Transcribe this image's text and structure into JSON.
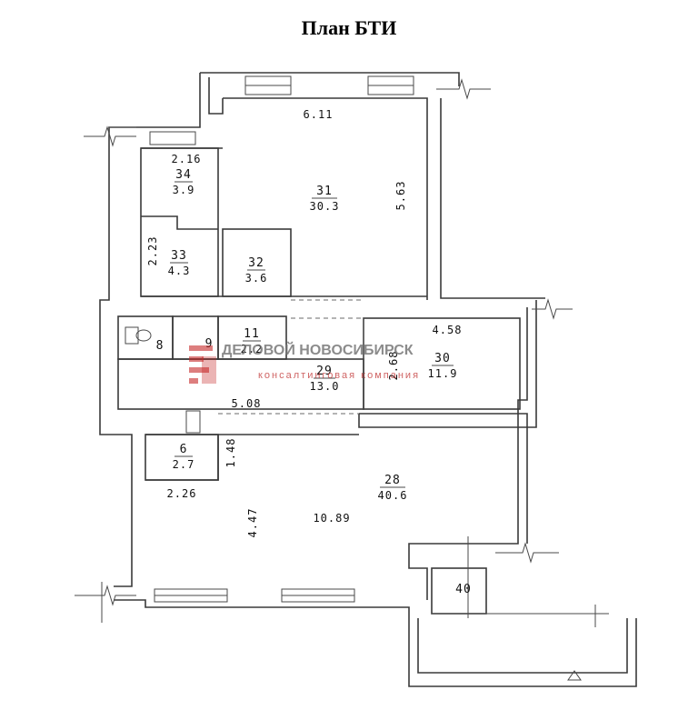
{
  "title": "План БТИ",
  "rooms": [
    {
      "id": "34",
      "num": "34",
      "area": "3.9"
    },
    {
      "id": "31",
      "num": "31",
      "area": "30.3"
    },
    {
      "id": "33",
      "num": "33",
      "area": "4.3"
    },
    {
      "id": "32",
      "num": "32",
      "area": "3.6"
    },
    {
      "id": "8",
      "num": "8",
      "area": ""
    },
    {
      "id": "9",
      "num": "9",
      "area": ""
    },
    {
      "id": "11",
      "num": "11",
      "area": "2.2"
    },
    {
      "id": "29",
      "num": "29",
      "area": "13.0"
    },
    {
      "id": "30",
      "num": "30",
      "area": "11.9"
    },
    {
      "id": "6",
      "num": "6",
      "area": "2.7"
    },
    {
      "id": "28",
      "num": "28",
      "area": "40.6"
    },
    {
      "id": "40",
      "num": "40",
      "area": ""
    }
  ],
  "dimensions": {
    "d_611": "6.11",
    "d_563": "5.63",
    "d_216": "2.16",
    "d_223": "2.23",
    "d_458": "4.58",
    "d_268": "2.68",
    "d_508": "5.08",
    "d_148": "1.48",
    "d_226": "2.26",
    "d_447": "4.47",
    "d_1089": "10.89"
  },
  "watermark": {
    "brand": "ДЕЛОВОЙ НОВОСИБИРСК",
    "subtitle": "консалтинговая компания",
    "color": "#c62828"
  }
}
